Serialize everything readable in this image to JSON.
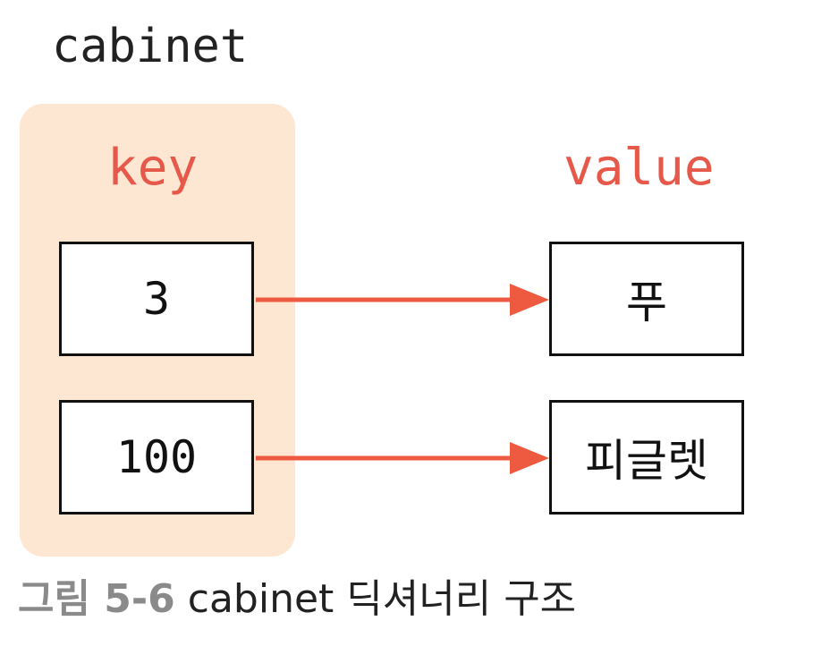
{
  "title": "cabinet",
  "key_label": "key",
  "value_label": "value",
  "entries": [
    {
      "key": "3",
      "value": "푸"
    },
    {
      "key": "100",
      "value": "피글렛"
    }
  ],
  "caption": {
    "prefix": "그림 5-6",
    "text": "cabinet 딕셔너리 구조"
  },
  "colors": {
    "accent": "#e6594a",
    "arrow": "#ee5a40",
    "key_panel": "#fde6d2"
  }
}
